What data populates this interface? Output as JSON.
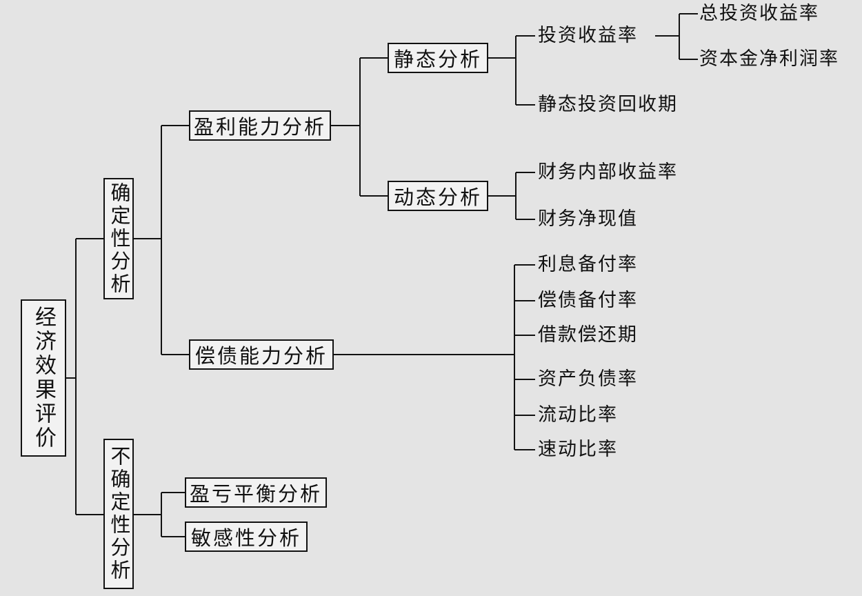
{
  "root": "经济效果评价",
  "certain": {
    "label": "确定性分析",
    "profit": {
      "label": "盈利能力分析",
      "static": {
        "label": "静态分析",
        "roi": {
          "label": "投资收益率",
          "items": [
            "总投资收益率",
            "资本金净利润率"
          ]
        },
        "payback": "静态投资回收期"
      },
      "dynamic": {
        "label": "动态分析",
        "items": [
          "财务内部收益率",
          "财务净现值"
        ]
      }
    },
    "solvency": {
      "label": "偿债能力分析",
      "items": [
        "利息备付率",
        "偿债备付率",
        "借款偿还期",
        "资产负债率",
        "流动比率",
        "速动比率"
      ]
    }
  },
  "uncertain": {
    "label": "不确定性分析",
    "items": [
      "盈亏平衡分析",
      "敏感性分析"
    ]
  }
}
